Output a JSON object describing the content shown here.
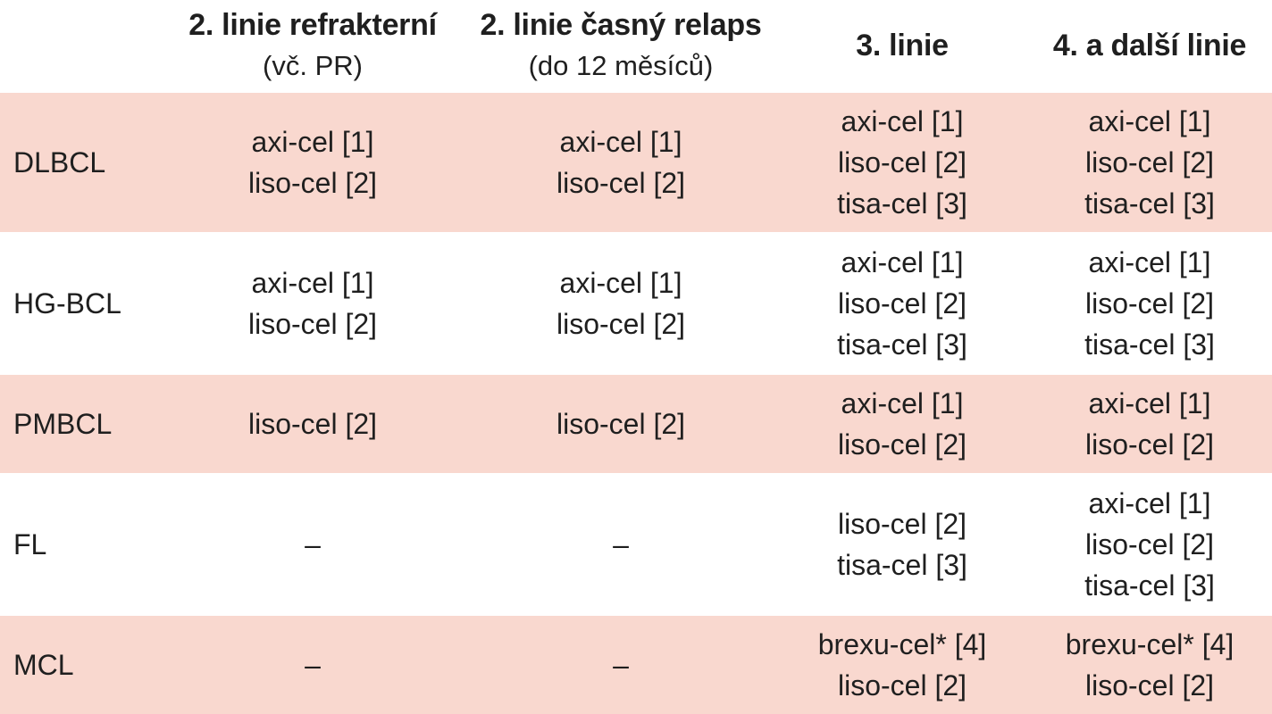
{
  "columns": [
    {
      "title": "2. linie refrakterní",
      "subtitle": "(vč. PR)"
    },
    {
      "title": "2. linie časný relaps",
      "subtitle": "(do 12 měsíců)"
    },
    {
      "title": "3. linie",
      "subtitle": ""
    },
    {
      "title": "4. a další linie",
      "subtitle": ""
    }
  ],
  "rows": [
    {
      "label": "DLBCL",
      "shaded": true,
      "cells": [
        [
          "axi-cel [1]",
          "liso-cel [2]"
        ],
        [
          "axi-cel [1]",
          "liso-cel [2]"
        ],
        [
          "axi-cel [1]",
          "liso-cel [2]",
          "tisa-cel [3]"
        ],
        [
          "axi-cel [1]",
          "liso-cel [2]",
          "tisa-cel [3]"
        ]
      ]
    },
    {
      "label": "HG-BCL",
      "shaded": false,
      "cells": [
        [
          "axi-cel [1]",
          "liso-cel [2]"
        ],
        [
          "axi-cel [1]",
          "liso-cel [2]"
        ],
        [
          "axi-cel [1]",
          "liso-cel [2]",
          "tisa-cel [3]"
        ],
        [
          "axi-cel [1]",
          "liso-cel [2]",
          "tisa-cel [3]"
        ]
      ]
    },
    {
      "label": "PMBCL",
      "shaded": true,
      "cells": [
        [
          "liso-cel [2]"
        ],
        [
          "liso-cel [2]"
        ],
        [
          "axi-cel [1]",
          "liso-cel [2]"
        ],
        [
          "axi-cel [1]",
          "liso-cel [2]"
        ]
      ]
    },
    {
      "label": "FL",
      "shaded": false,
      "cells": [
        [
          "–"
        ],
        [
          "–"
        ],
        [
          "liso-cel [2]",
          "tisa-cel [3]"
        ],
        [
          "axi-cel [1]",
          "liso-cel [2]",
          "tisa-cel [3]"
        ]
      ]
    },
    {
      "label": "MCL",
      "shaded": true,
      "cells": [
        [
          "–"
        ],
        [
          "–"
        ],
        [
          "brexu-cel* [4]",
          "liso-cel [2]"
        ],
        [
          "brexu-cel* [4]",
          "liso-cel [2]"
        ]
      ]
    }
  ],
  "colors": {
    "shaded_row": "#f9d8cf",
    "plain_row": "#ffffff",
    "text": "#1f1f1f"
  }
}
